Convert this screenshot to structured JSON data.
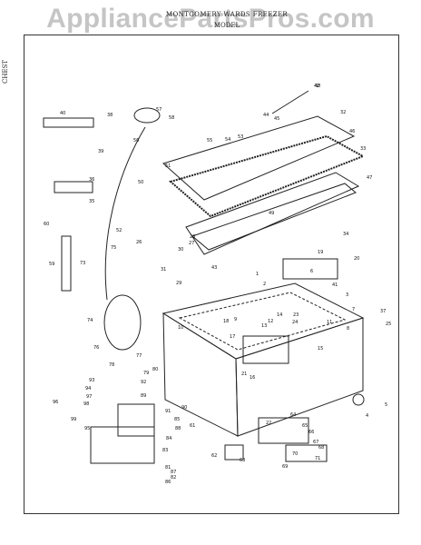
{
  "watermark": "AppliancePartsPros.com",
  "header": {
    "line1": "MONTGOMERY WARDS FREEZER",
    "line2": "MODEL"
  },
  "side_label": "CHEST",
  "callouts": [
    "40",
    "38",
    "39",
    "57",
    "58",
    "56",
    "55",
    "54",
    "53",
    "44",
    "45",
    "46",
    "47",
    "48",
    "49",
    "50",
    "51",
    "52",
    "35",
    "36",
    "60",
    "59",
    "73",
    "75",
    "74",
    "76",
    "77",
    "78",
    "79",
    "80",
    "81",
    "82",
    "83",
    "84",
    "85",
    "86",
    "87",
    "88",
    "89",
    "90",
    "91",
    "92",
    "93",
    "94",
    "95",
    "96",
    "97",
    "98",
    "99",
    "1",
    "2",
    "3",
    "4",
    "5",
    "6",
    "7",
    "8",
    "9",
    "10",
    "11",
    "12",
    "13",
    "14",
    "15",
    "16",
    "17",
    "18",
    "19",
    "20",
    "21",
    "22",
    "23",
    "24",
    "25",
    "26",
    "27",
    "28",
    "29",
    "30",
    "31",
    "32",
    "33",
    "34",
    "37",
    "41",
    "42",
    "43",
    "61",
    "62",
    "63",
    "64",
    "65",
    "66",
    "67",
    "68",
    "69",
    "70",
    "71"
  ]
}
